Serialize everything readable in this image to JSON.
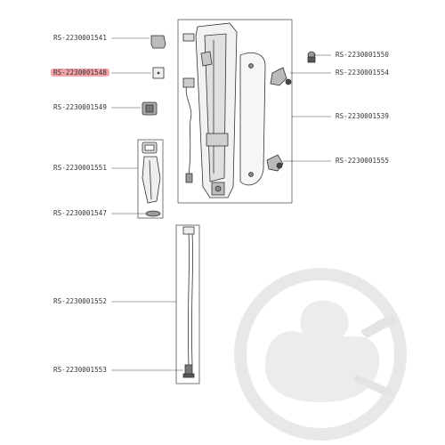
{
  "labels": {
    "l1541": "RS-2230001541",
    "l1548": "RS-2230001548",
    "l1549": "RS-2230001549",
    "l1551": "RS-2230001551",
    "l1547": "RS-2230001547",
    "l1552": "RS-2230001552",
    "l1553": "RS-2230001553",
    "l1550": "RS-2230001550",
    "l1554": "RS-2230001554",
    "l1539": "RS-2230001539",
    "l1555": "RS-2230001555"
  },
  "highlighted_label": "RS-2230001548",
  "colors": {
    "highlight": "#f3a3a8",
    "line": "#333333",
    "watermark": "#e6e6e6"
  },
  "watermark": "duck-logo"
}
